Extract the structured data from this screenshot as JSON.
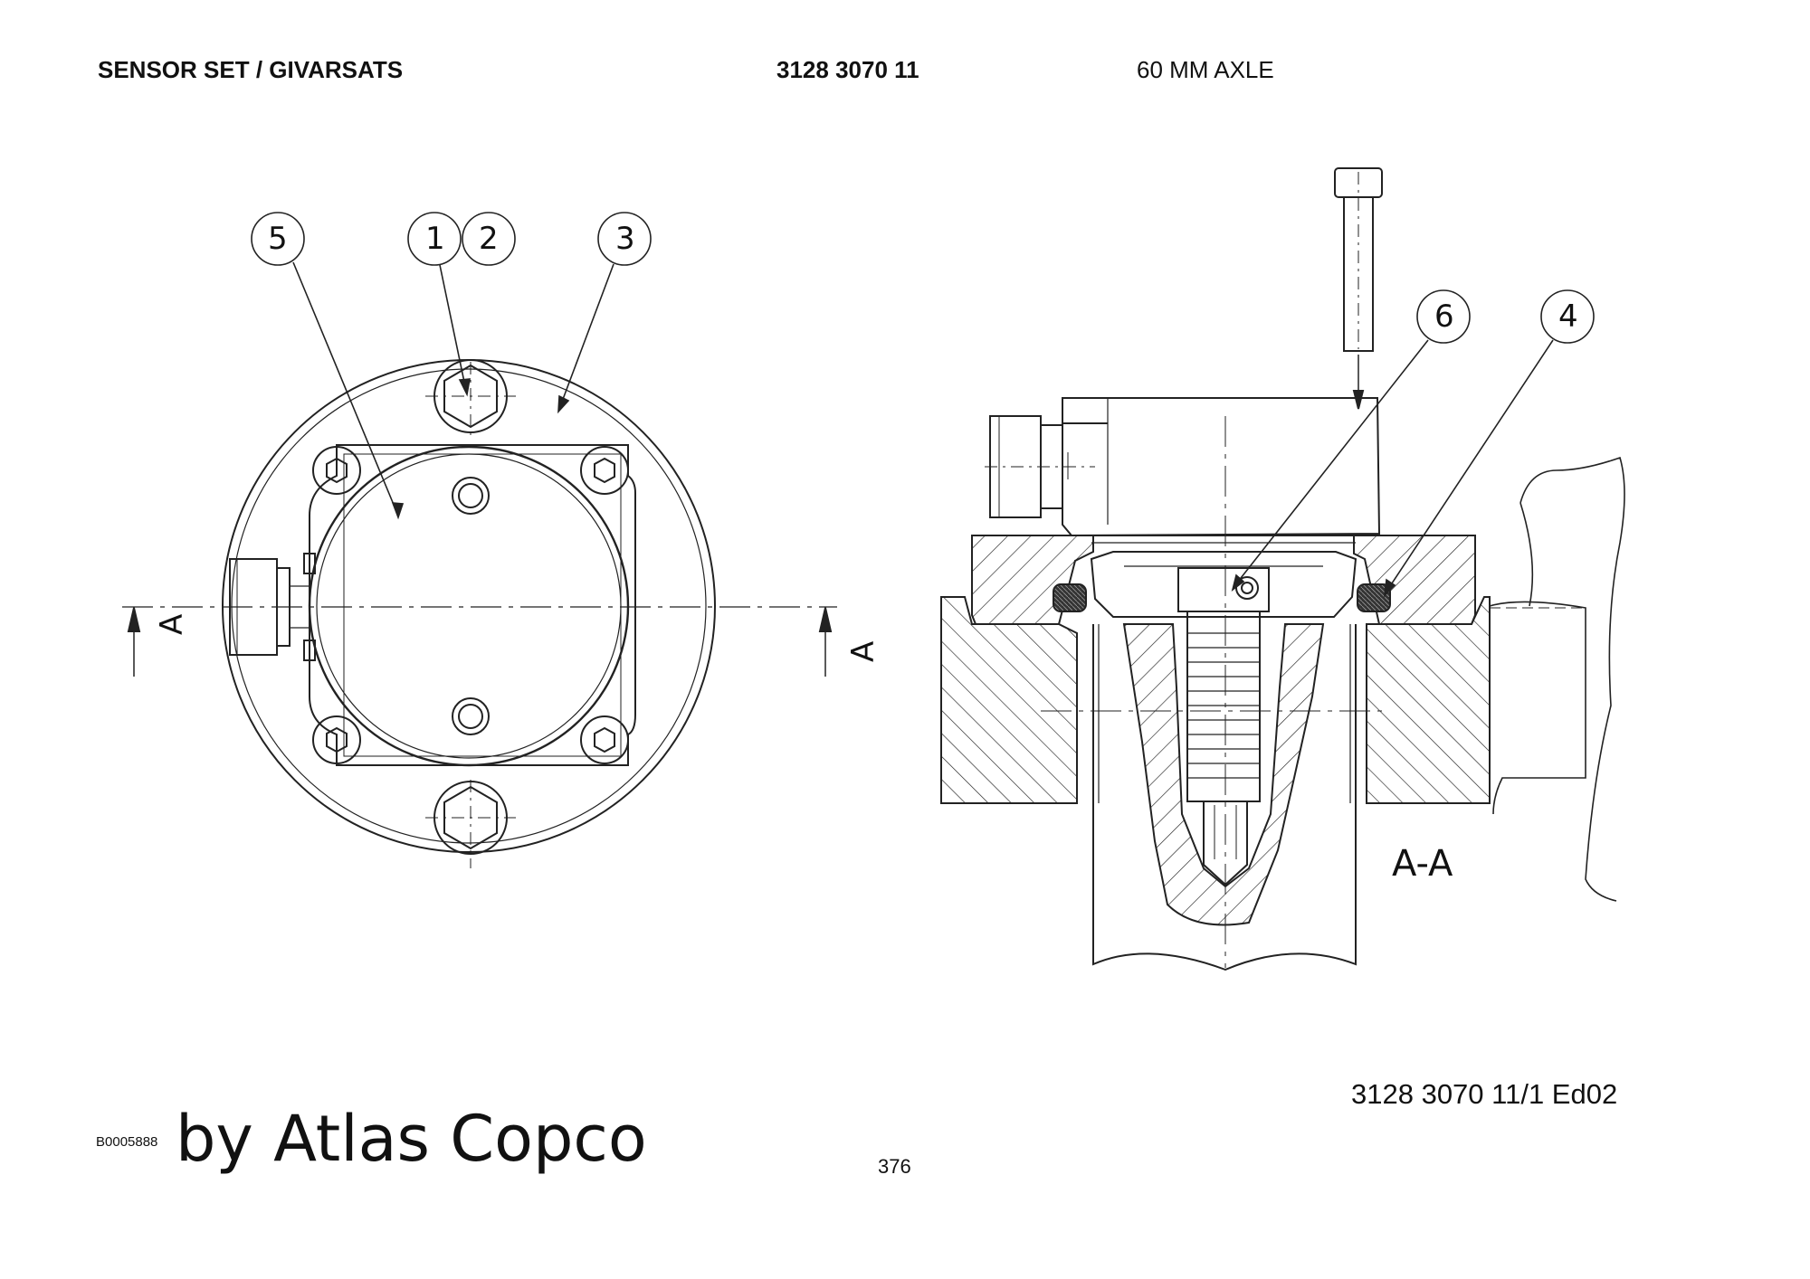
{
  "header": {
    "title": "SENSOR SET / GIVARSATS",
    "part_number": "3128 3070 11",
    "variant": "60 MM AXLE"
  },
  "callouts": {
    "c1": "1",
    "c2": "2",
    "c3": "3",
    "c4": "4",
    "c5": "5",
    "c6": "6"
  },
  "section_marks": {
    "left": "A",
    "right": "A",
    "view_label": "A-A"
  },
  "footer": {
    "drawing_code": "B0005888",
    "brand": "by Atlas Copco",
    "page_number": "376",
    "part_reference": "3128 3070 11/1  Ed02"
  }
}
